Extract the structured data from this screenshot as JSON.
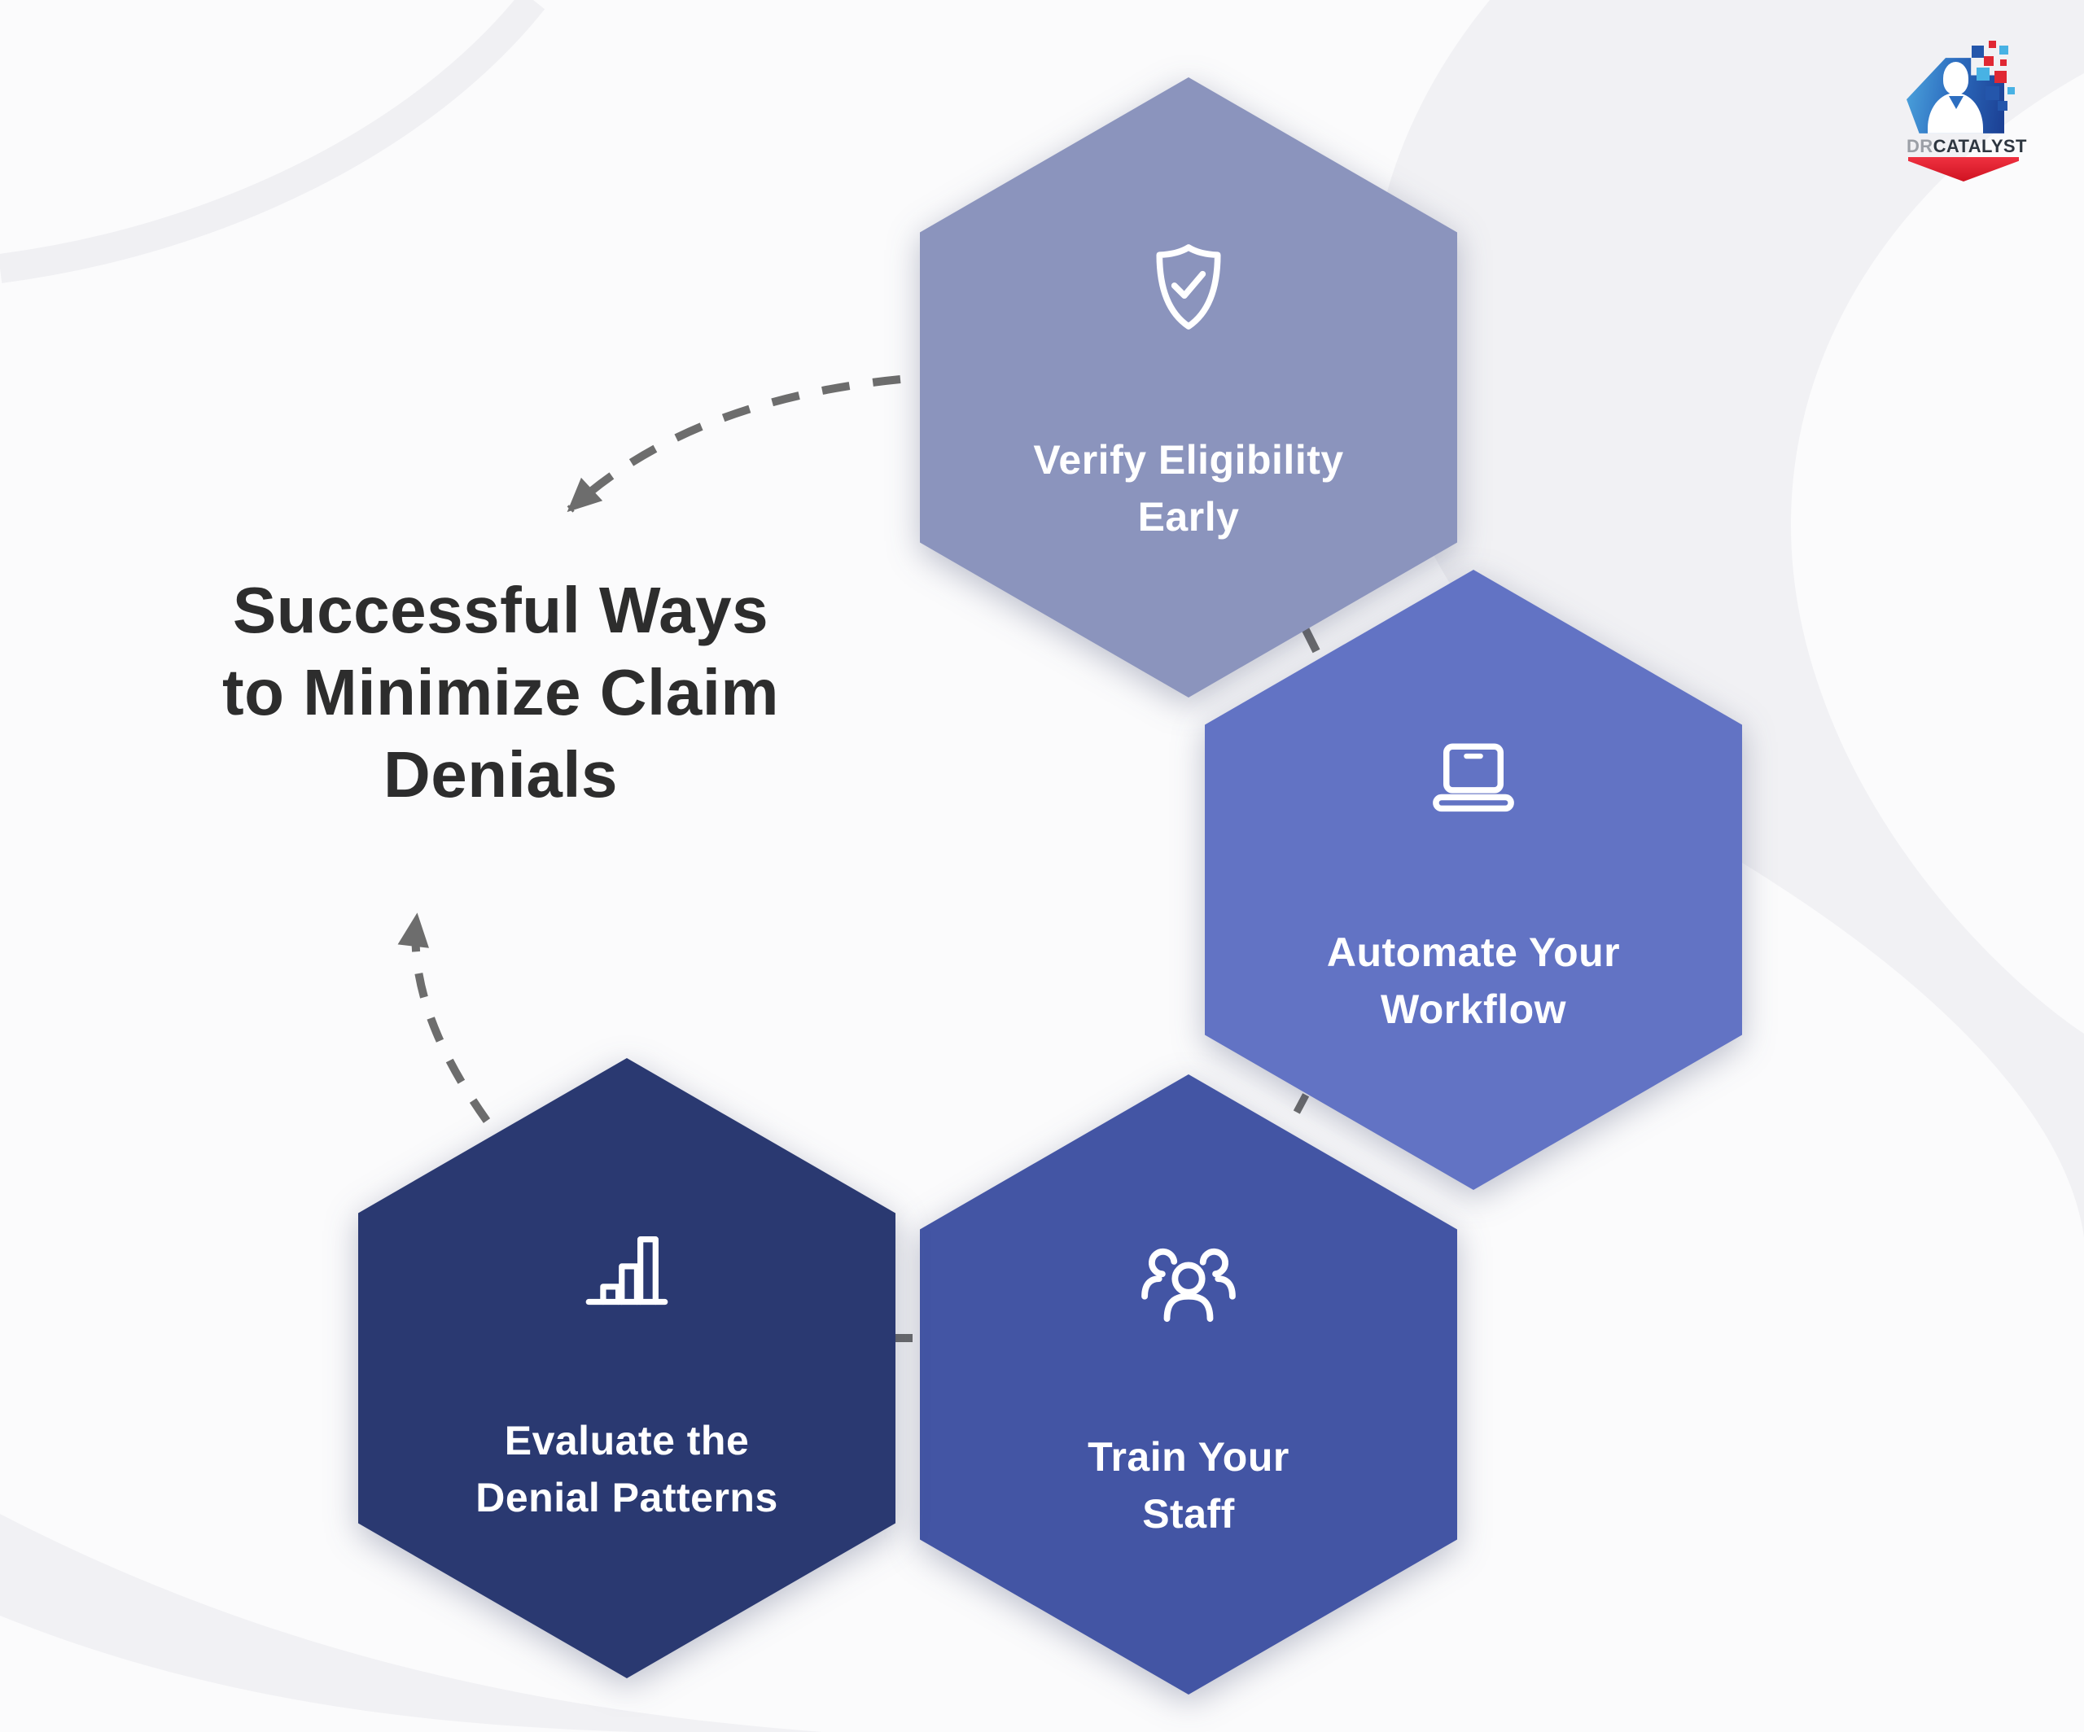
{
  "title": {
    "lines": [
      "Successful Ways",
      "to Minimize Claim",
      "Denials"
    ]
  },
  "hexagons": [
    {
      "id": "verify",
      "icon": "shield-check-icon",
      "label_line1": "Verify Eligibility",
      "label_line2": "Early",
      "color": "#8B94BD"
    },
    {
      "id": "automate",
      "icon": "laptop-icon",
      "label_line1": "Automate Your",
      "label_line2": "Workflow",
      "color": "#6273C4"
    },
    {
      "id": "train",
      "icon": "people-group-icon",
      "label_line1": "Train Your",
      "label_line2": "Staff",
      "color": "#4355A4"
    },
    {
      "id": "evaluate",
      "icon": "bar-chart-icon",
      "label_line1": "Evaluate the",
      "label_line2": "Denial Patterns",
      "color": "#2A3971"
    }
  ],
  "arrows": {
    "color": "#6d6d6d"
  },
  "background": {
    "canvas": "#fbfbfc",
    "wave": "#f1f1f4"
  },
  "logo": {
    "brand_prefix": "DR",
    "brand_suffix": "CATALYST",
    "colors": {
      "dark_blue": "#2456ab",
      "light_blue": "#48b2e4",
      "red": "#e02833"
    }
  }
}
